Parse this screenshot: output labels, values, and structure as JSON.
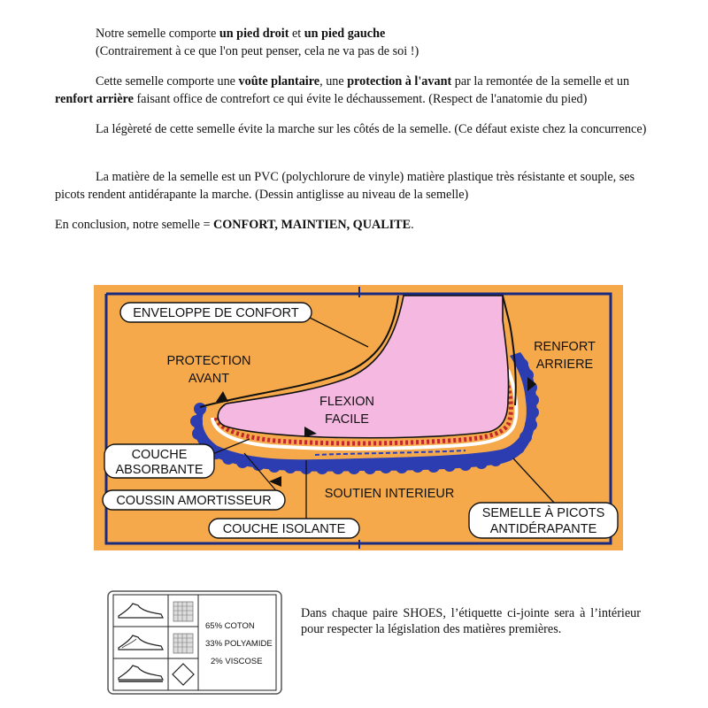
{
  "paragraphs": {
    "p1": {
      "a": "Notre semelle comporte ",
      "b1": "un pied droit",
      "c": " et ",
      "b2": "un pied gauche",
      "line2": "(Contrairement à ce que l'on peut penser, cela ne va pas de soi !)"
    },
    "p2": {
      "a": "Cette semelle comporte une ",
      "b1": "voûte plantaire",
      "c": ", une ",
      "b2": "protection à l'avant",
      "d": " par la remontée de la semelle et un ",
      "b3": "renfort arrière",
      "e": " faisant office de contrefort ce qui évite le déchaussement. (Respect de l'anatomie du pied)"
    },
    "p3": "La légèreté de cette semelle évite la marche sur les côtés de la semelle. (Ce défaut existe chez la concurrence)",
    "p4": "La matière de la semelle est un PVC (polychlorure de vinyle) matière plastique très résistante et souple, ses picots rendent antidérapante la marche. (Dessin antiglisse au niveau de la semelle)",
    "p5": {
      "a": "En conclusion, notre semelle = ",
      "b": "CONFORT, MAINTIEN, QUALITE",
      "c": "."
    }
  },
  "figure": {
    "background_color": "#F5A94A",
    "foot_color": "#F5B8E0",
    "sole_color": "#2B3DB0",
    "labels": {
      "enveloppe": "ENVELOPPE DE CONFORT",
      "protection_1": "PROTECTION",
      "protection_2": "AVANT",
      "flexion_1": "FLEXION",
      "flexion_2": "FACILE",
      "renfort_1": "RENFORT",
      "renfort_2": "ARRIERE",
      "couche_abs_1": "COUCHE",
      "couche_abs_2": "ABSORBANTE",
      "coussin": "COUSSIN AMORTISSEUR",
      "soutien": "SOUTIEN INTERIEUR",
      "isolante": "COUCHE ISOLANTE",
      "picots_1": "SEMELLE À PICOTS",
      "picots_2": "ANTIDÉRAPANTE"
    }
  },
  "care_label": {
    "composition": [
      "65% COTON",
      "33% POLYAMIDE",
      "2% VISCOSE"
    ],
    "icons": [
      "shoe-upper-icon",
      "shoe-lining-icon",
      "shoe-sole-icon",
      "mesh-textile-icon",
      "diamond-material-icon"
    ]
  },
  "label_note": "Dans chaque paire SHOES, l’étiquette ci-jointe sera à l’intérieur pour respecter la législation des matières premières."
}
